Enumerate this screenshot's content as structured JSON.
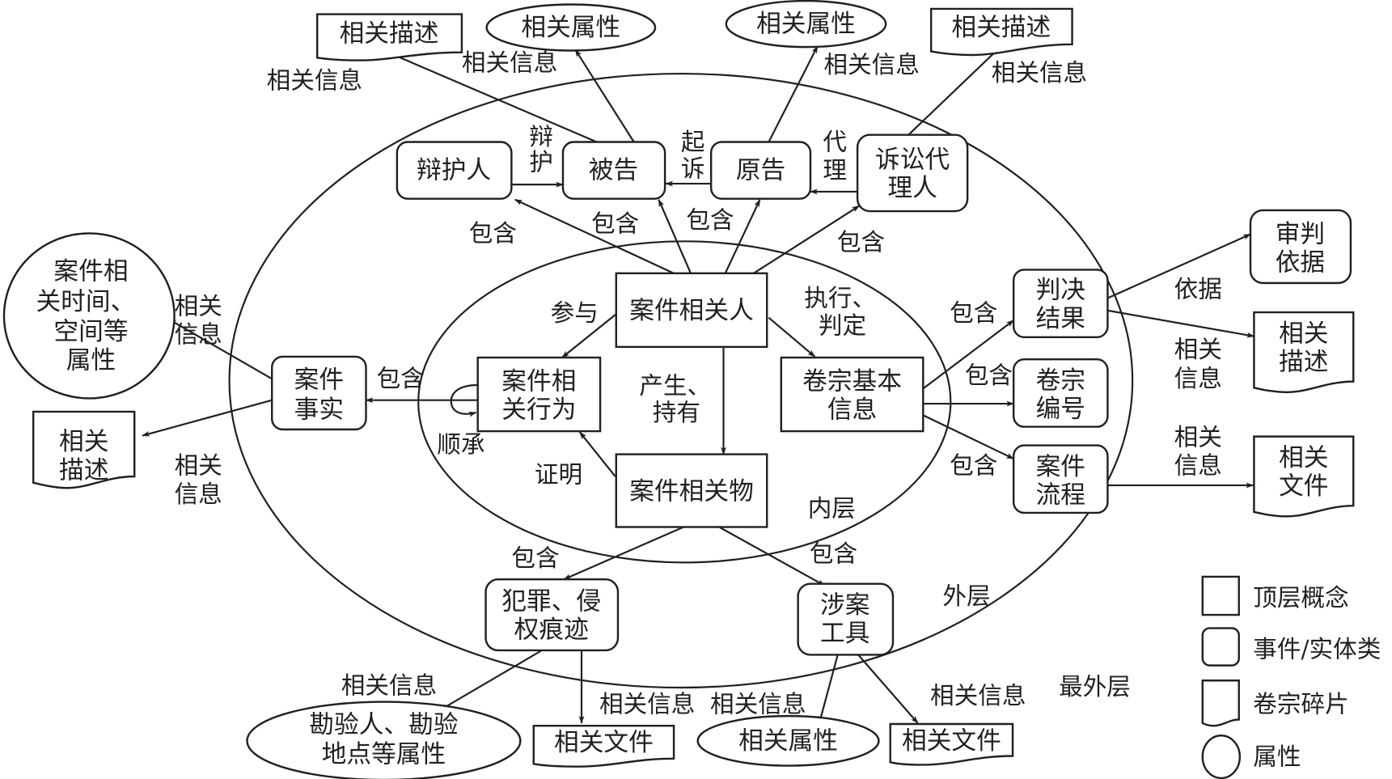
{
  "title": "案件卷宗本体层次结构图",
  "layers": {
    "inner": "内层",
    "outer": "外层",
    "outermost": "最外层"
  },
  "nodes": {
    "case_person": "案件相关人",
    "case_behavior": [
      "案件相",
      "关行为"
    ],
    "case_object": "案件相关物",
    "file_basic_info": [
      "卷宗基本",
      "信息"
    ],
    "defender": "辩护人",
    "defendant": "被告",
    "plaintiff": "原告",
    "litigation_agent": [
      "诉讼代",
      "理人"
    ],
    "case_fact": [
      "案件",
      "事实"
    ],
    "verdict_result": [
      "判决",
      "结果"
    ],
    "file_number": [
      "卷宗",
      "编号"
    ],
    "case_process": [
      "案件",
      "流程"
    ],
    "crime_trace": [
      "犯罪、侵",
      "权痕迹"
    ],
    "case_tool": [
      "涉案",
      "工具"
    ],
    "trial_basis": [
      "审判",
      "依据"
    ],
    "desc_top_left": "相关描述",
    "attr_top_left": "相关属性",
    "attr_top_right": "相关属性",
    "desc_top_right": "相关描述",
    "attr_time_space": [
      "案件相",
      "关时间、",
      "空间等",
      "属性"
    ],
    "desc_left": [
      "相关",
      "描述"
    ],
    "desc_right": [
      "相关",
      "描述"
    ],
    "file_right": [
      "相关",
      "文件"
    ],
    "attr_survey": [
      "勘验人、勘验",
      "地点等属性"
    ],
    "file_bottom_1": "相关文件",
    "attr_bottom": "相关属性",
    "file_bottom_2": "相关文件"
  },
  "edge_labels": {
    "defend": [
      "辩",
      "护"
    ],
    "sue": [
      "起",
      "诉"
    ],
    "agent": [
      "代",
      "理"
    ],
    "participate": "参与",
    "execute": [
      "执行、",
      "判定"
    ],
    "produce": [
      "产生、",
      "持有"
    ],
    "prove": "证明",
    "inherit": "顺承",
    "contain": "包含",
    "related_info": "相关信息",
    "related_info_2": [
      "相关",
      "信息"
    ],
    "basis": "依据"
  },
  "legend": [
    {
      "shape": "rect",
      "label": "顶层概念"
    },
    {
      "shape": "rounded-rect",
      "label": "事件/实体类"
    },
    {
      "shape": "document",
      "label": "卷宗碎片"
    },
    {
      "shape": "ellipse",
      "label": "属性"
    }
  ]
}
